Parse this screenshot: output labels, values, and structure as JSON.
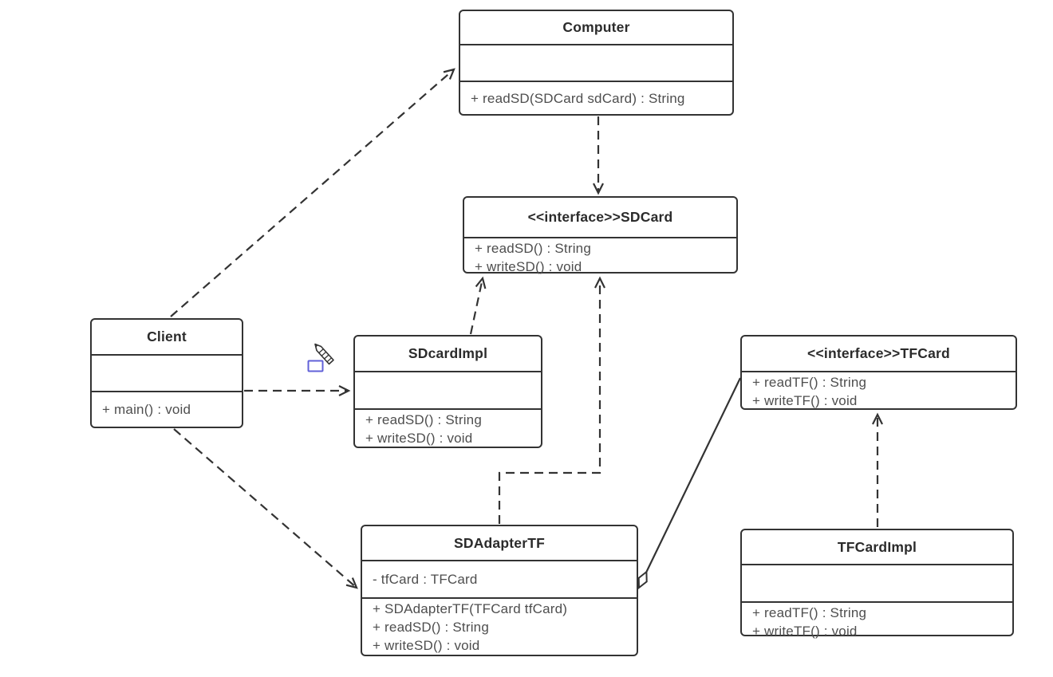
{
  "canvas": {
    "background_color": "#ffffff",
    "line_color": "#333333",
    "title_text_color": "#2b2b2b",
    "member_text_color": "#4e4e4e",
    "cursor_accent_color": "#6161d8"
  },
  "diagram": {
    "classes": {
      "computer": {
        "title": "Computer",
        "attributes": [],
        "methods": [
          "+ readSD(SDCard sdCard) : String"
        ]
      },
      "sdcard": {
        "title": "<<interface>>SDCard",
        "attributes": [],
        "methods": [
          "+ readSD() : String",
          "+ writeSD() : void"
        ]
      },
      "client": {
        "title": "Client",
        "attributes": [],
        "methods": [
          "+ main() : void"
        ]
      },
      "sdcardimpl": {
        "title": "SDcardImpl",
        "attributes": [],
        "methods": [
          "+ readSD() : String",
          "+ writeSD() : void"
        ]
      },
      "tfcard": {
        "title": "<<interface>>TFCard",
        "attributes": [],
        "methods": [
          "+ readTF() : String",
          "+ writeTF() : void"
        ]
      },
      "sdadaptertf": {
        "title": "SDAdapterTF",
        "attributes": [
          "- tfCard : TFCard"
        ],
        "methods": [
          "+ SDAdapterTF(TFCard tfCard)",
          "+ readSD() : String",
          "+ writeSD() : void"
        ]
      },
      "tfcardimpl": {
        "title": "TFCardImpl",
        "attributes": [],
        "methods": [
          "+ readTF() : String",
          "+ writeTF() : void"
        ]
      }
    },
    "relationships": [
      {
        "from": "Client",
        "to": "Computer",
        "type": "dependency",
        "line": "dashed",
        "head": "open-arrow"
      },
      {
        "from": "Computer",
        "to": "SDCard",
        "type": "dependency",
        "line": "dashed",
        "head": "open-arrow"
      },
      {
        "from": "Client",
        "to": "SDcardImpl",
        "type": "dependency",
        "line": "dashed",
        "head": "open-arrow"
      },
      {
        "from": "SDcardImpl",
        "to": "SDCard",
        "type": "realization",
        "line": "dashed",
        "head": "open-arrow"
      },
      {
        "from": "SDAdapterTF",
        "to": "SDCard",
        "type": "realization",
        "line": "dashed",
        "head": "open-arrow"
      },
      {
        "from": "Client",
        "to": "SDAdapterTF",
        "type": "dependency",
        "line": "dashed",
        "head": "open-arrow"
      },
      {
        "from": "SDAdapterTF",
        "to": "TFCard",
        "type": "aggregation",
        "line": "solid",
        "head": "open-diamond-at-source"
      },
      {
        "from": "TFCardImpl",
        "to": "TFCard",
        "type": "realization",
        "line": "dashed",
        "head": "open-arrow"
      }
    ],
    "cursor": {
      "tool": "pencil"
    }
  }
}
